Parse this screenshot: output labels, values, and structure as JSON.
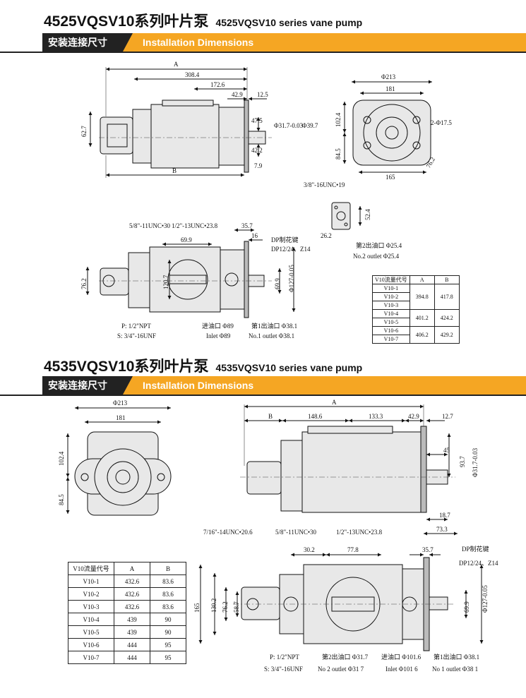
{
  "section1": {
    "title_cn": "4525VQSV10系列叶片泵",
    "title_en": "4525VQSV10 series vane pump",
    "banner_cn": "安装连接尺寸",
    "banner_en": "Installation Dimensions"
  },
  "section2": {
    "title_cn": "4535VQSV10系列叶片泵",
    "title_en": "4535VQSV10 series vane pump",
    "banner_cn": "安装连接尺寸",
    "banner_en": "Installation Dimensions"
  },
  "dims1": {
    "a": "A",
    "b": "B",
    "d308": "308.4",
    "d172": "172.6",
    "d429": "42.9",
    "d125": "12.5",
    "d627": "62.7",
    "d475": "47.5",
    "d422": "42.2",
    "d79": "7.9",
    "shaft": "Φ31.7-0.03",
    "d397": "Φ39.7",
    "f213": "Φ213",
    "f181": "181",
    "f1024": "102.4",
    "f845": "84.5",
    "f165": "165",
    "f762": "76.2",
    "f2hole": "2-Φ17.5",
    "flange_thread": "3/8\"-16UNC•19",
    "f524": "52.4",
    "f262": "26.2",
    "out2_cn": "第2出油口 Φ25.4",
    "out2_en": "No.2 outlet Φ25.4",
    "t58": "5/8\"-11UNC•30",
    "t12": "1/2\"-13UNC•23.8",
    "t357": "35.7",
    "t16": "16",
    "key_cn": "DP制花键",
    "key_en": "DP12/24、Z14",
    "t699a": "69.9",
    "t762": "76.2",
    "t1207": "120.7",
    "t699b": "69.9",
    "t127": "Φ127-0.05",
    "p_npt": "P: 1/2\"NPT",
    "s_unf": "S: 3/4\"-16UNF",
    "inlet_cn": "进油口 Φ89",
    "inlet_en": "Inlet Φ89",
    "out1_cn": "第1出油口 Φ38.1",
    "out1_en": "No.1 outlet Φ38.1"
  },
  "table1": {
    "headers": [
      "V10流量代号",
      "A",
      "B"
    ],
    "codes": [
      "V10-1",
      "V10-2",
      "V10-3",
      "V10-4",
      "V10-5",
      "V10-6",
      "V10-7"
    ],
    "a": [
      "394.8",
      "401.2",
      "406.2"
    ],
    "b": [
      "417.8",
      "424.2",
      "429.2"
    ]
  },
  "dims2": {
    "f213": "Φ213",
    "f181": "181",
    "f1024": "102.4",
    "f845": "84.5",
    "a": "A",
    "b": "B",
    "d1486": "148.6",
    "d1333": "133.3",
    "d429": "42.9",
    "d127": "12.7",
    "d45": "45",
    "d937": "93.7",
    "shaft": "Φ31.7-0.03",
    "d187": "18.7",
    "d733": "73.3",
    "t716": "7/16\"-14UNC•20.6",
    "t58": "5/8\"-11UNC•30",
    "t12": "1/2\"-13UNC•23.8",
    "d302": "30.2",
    "d778": "77.8",
    "d357": "35.7",
    "key_cn": "DP制花键",
    "key_en": "DP12/24、Z14",
    "d165": "165",
    "d1302": "130.2",
    "d762": "76.2",
    "d587": "58.7",
    "d699": "69.9",
    "d127b": "Φ127-0.05",
    "p_npt": "P: 1/2\"NPT",
    "s_unf": "S: 3/4\"-16UNF",
    "out2_cn": "第2出油口 Φ31.7",
    "out2_en": "No 2 outlet Φ31 7",
    "inlet_cn": "进油口 Φ101.6",
    "inlet_en": "Inlet Φ101 6",
    "out1_cn": "第1出油口 Φ38.1",
    "out1_en": "No 1 outlet Φ38 1"
  },
  "table2": {
    "headers": [
      "V10流量代号",
      "A",
      "B"
    ],
    "rows": [
      [
        "V10-1",
        "432.6",
        "83.6"
      ],
      [
        "V10-2",
        "432.6",
        "83.6"
      ],
      [
        "V10-3",
        "432.6",
        "83.6"
      ],
      [
        "V10-4",
        "439",
        "90"
      ],
      [
        "V10-5",
        "439",
        "90"
      ],
      [
        "V10-6",
        "444",
        "95"
      ],
      [
        "V10-7",
        "444",
        "95"
      ]
    ]
  }
}
